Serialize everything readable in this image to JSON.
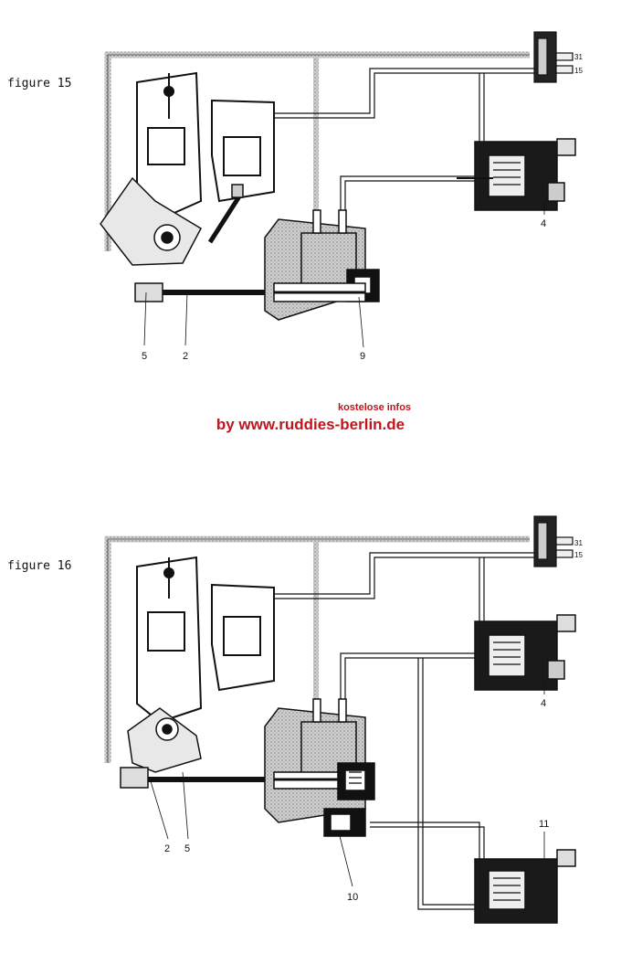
{
  "figures": [
    {
      "label": "figure 15",
      "callouts": [
        "5",
        "2",
        "9",
        "4"
      ],
      "terminal_top": "31",
      "terminal_bottom": "15"
    },
    {
      "label": "figure 16",
      "callouts": [
        "2",
        "5",
        "10",
        "4",
        "11"
      ],
      "terminal_top": "31",
      "terminal_bottom": "15"
    }
  ],
  "watermark": {
    "line1": "kostelose infos",
    "line2": "by  www.ruddies-berlin.de"
  },
  "colors": {
    "ink": "#111111",
    "watermark": "#c0151c",
    "pipe_fill": "#bdbdbd"
  }
}
